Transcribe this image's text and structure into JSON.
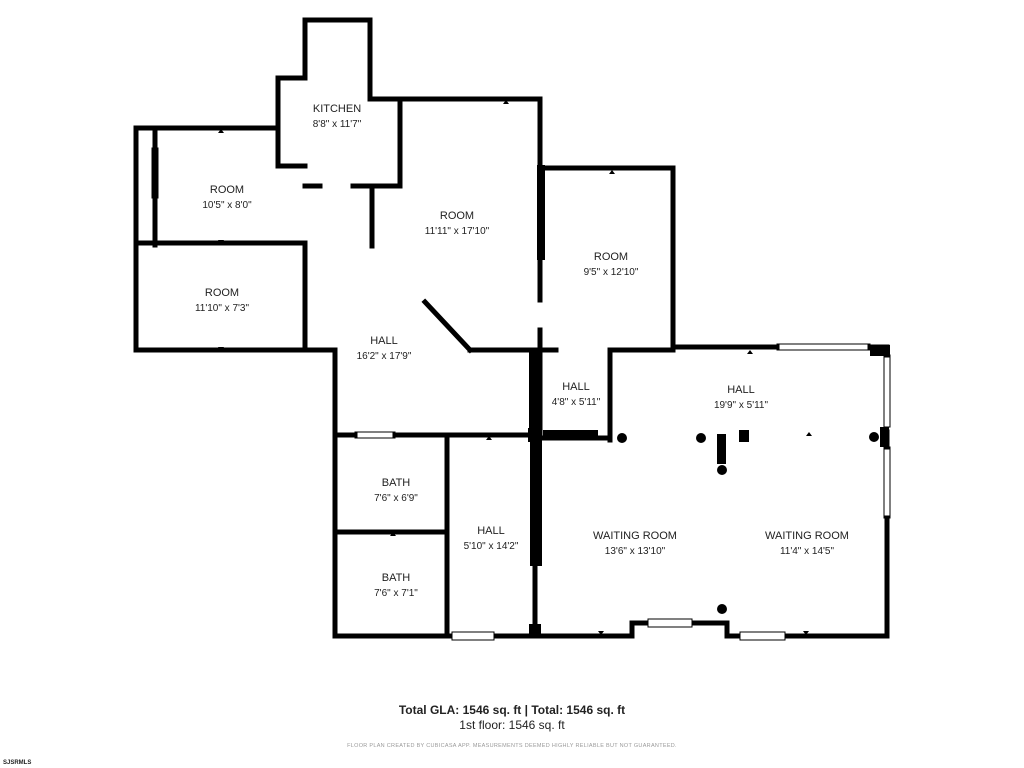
{
  "rooms": [
    {
      "name": "KITCHEN",
      "dims": "8'8\" x 11'7\""
    },
    {
      "name": "ROOM",
      "dims": "10'5\" x 8'0\""
    },
    {
      "name": "ROOM",
      "dims": "11'11\" x 17'10\""
    },
    {
      "name": "ROOM",
      "dims": "9'5\" x 12'10\""
    },
    {
      "name": "ROOM",
      "dims": "11'10\" x 7'3\""
    },
    {
      "name": "HALL",
      "dims": "16'2\" x 17'9\""
    },
    {
      "name": "HALL",
      "dims": "4'8\" x 5'11\""
    },
    {
      "name": "HALL",
      "dims": "19'9\" x 5'11\""
    },
    {
      "name": "BATH",
      "dims": "7'6\" x 6'9\""
    },
    {
      "name": "BATH",
      "dims": "7'6\" x 7'1\""
    },
    {
      "name": "HALL",
      "dims": "5'10\" x 14'2\""
    },
    {
      "name": "WAITING ROOM",
      "dims": "13'6\" x 13'10\""
    },
    {
      "name": "WAITING ROOM",
      "dims": "11'4\" x 14'5\""
    }
  ],
  "footer": {
    "totals": "Total GLA: 1546 sq. ft | Total: 1546 sq. ft",
    "floor": "1st floor: 1546 sq. ft",
    "disclaimer": "FLOOR PLAN CREATED BY CUBICASA APP. MEASUREMENTS DEEMED HIGHLY RELIABLE BUT NOT GUARANTEED.",
    "watermark": "SJSRMLS"
  },
  "colors": {
    "wall": "#000000",
    "window": "#ffffff",
    "text": "#222222"
  }
}
